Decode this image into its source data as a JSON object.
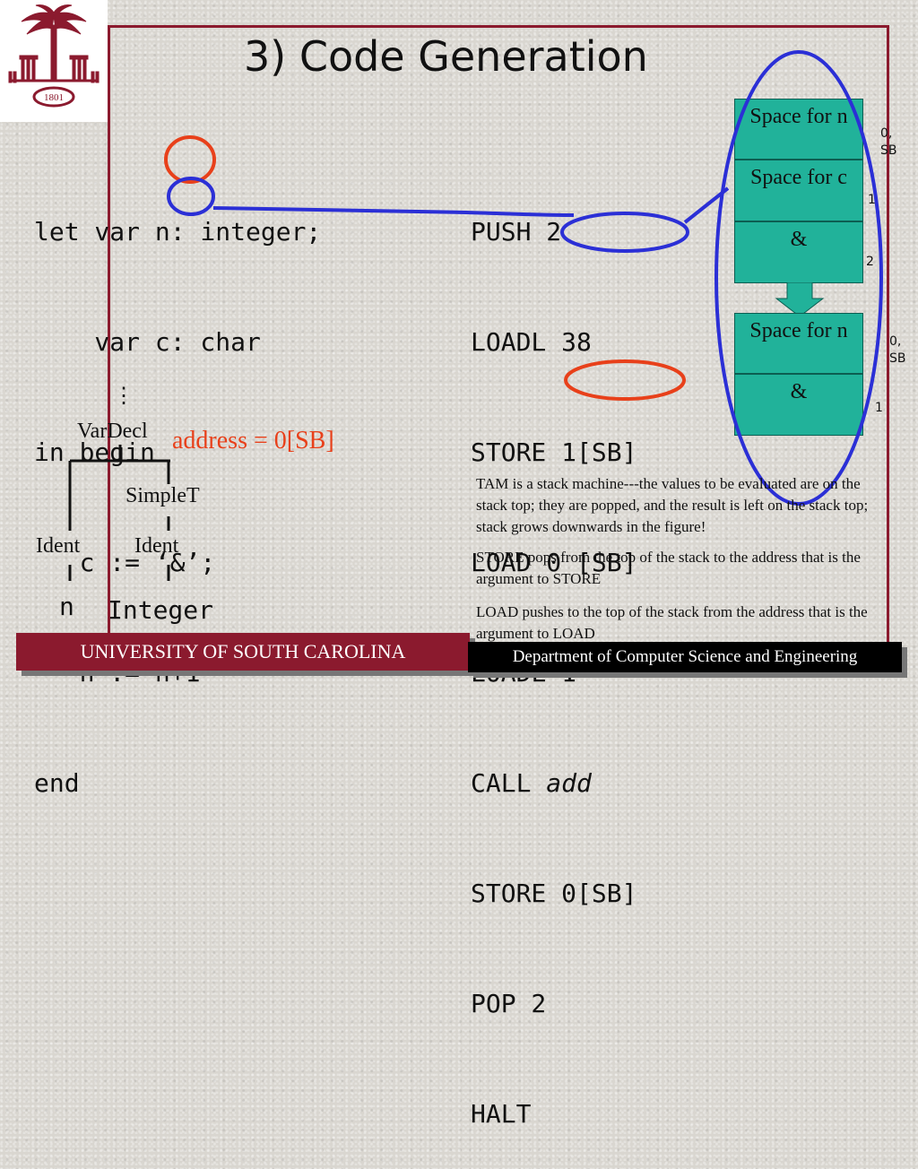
{
  "slide": {
    "title": "3) Code Generation"
  },
  "source_code": [
    "let var n: integer;",
    "    var c: char",
    "in begin",
    "   c := ‘&’;",
    "   n := n+1",
    "end"
  ],
  "tam_code": [
    "PUSH 2",
    "LOADL 38",
    "STORE 1[SB]",
    "LOAD 0 [SB]",
    "LOADL 1",
    "CALL ",
    "STORE 0[SB]",
    "POP 2",
    "HALT"
  ],
  "tam_call_target": "add",
  "ast": {
    "dots": "⋮",
    "root": "VarDecl",
    "address": "address = 0[SB]",
    "simple_type": "SimpleT",
    "ident_left": "Ident",
    "ident_right": "Ident",
    "leaf_left": "n",
    "leaf_right": "Integer"
  },
  "stack_before": {
    "cells": [
      "Space for n",
      "Space for c",
      "&"
    ],
    "labels": [
      "0,\nSB",
      "1",
      "2"
    ]
  },
  "stack_after": {
    "cells": [
      "Space for n",
      "&"
    ],
    "labels": [
      "0,\nSB",
      "1"
    ]
  },
  "notes": [
    "TAM is a stack machine---the values to be evaluated are on the stack top; they are popped, and the result is left on the stack top; stack grows downwards in the figure!",
    "STORE pops from the top of the stack to the address that is the argument to STORE",
    "LOAD pushes to the top of the stack from the address that is the argument to LOAD"
  ],
  "footer": {
    "university": "UNIVERSITY OF SOUTH CAROLINA",
    "department": "Department of Computer Science and Engineering"
  },
  "colors": {
    "garnet": "#8b1a2e",
    "stack_green": "#21b29a",
    "circle_blue": "#2b2fd6",
    "circle_red": "#e8401a"
  }
}
